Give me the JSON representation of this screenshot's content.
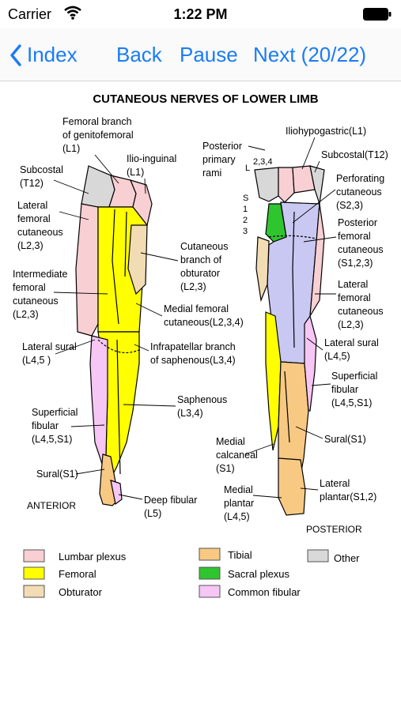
{
  "status_bar": {
    "carrier": "Carrier",
    "time": "1:22 PM"
  },
  "nav": {
    "index": "Index",
    "back": "Back",
    "pause": "Pause",
    "next": "Next (20/22)"
  },
  "figure": {
    "title": "CUTANEOUS NERVES OF LOWER LIMB",
    "colors": {
      "lumbar": "#f8cfd3",
      "femoral": "#ffff00",
      "obturator": "#f2dcb4",
      "tibial": "#f7c983",
      "sacral": "#2fc52f",
      "fibular": "#f6c6f4",
      "other": "#d8d8d8",
      "posterior_femoral": "#c9c8f2"
    },
    "anterior": {
      "view": "ANTERIOR",
      "labels": {
        "femoral_genito_1": "Femoral branch",
        "femoral_genito_2": "of genitofemoral",
        "femoral_genito_3": "(L1)",
        "ilioinguinal_1": "Ilio-inguinal",
        "ilioinguinal_2": "(L1)",
        "subcostal_1": "Subcostal",
        "subcostal_2": "(T12)",
        "lat_fem_1": "Lateral",
        "lat_fem_2": "femoral",
        "lat_fem_3": "cutaneous",
        "lat_fem_4": "(L2,3)",
        "int_fem_1": "Intermediate",
        "int_fem_2": "femoral",
        "int_fem_3": "cutaneous",
        "int_fem_4": "(L2,3)",
        "obt_1": "Cutaneous",
        "obt_2": "branch of",
        "obt_3": "obturator",
        "obt_4": "(L2,3)",
        "med_fem_1": "Medial femoral",
        "med_fem_2": "cutaneous(L2,3,4)",
        "lat_sural_1": "Lateral sural",
        "lat_sural_2": "(L4,5 )",
        "infrapat_1": "Infrapatellar branch",
        "infrapat_2": "of saphenous(L3,4)",
        "saph_1": "Saphenous",
        "saph_2": "(L3,4)",
        "sup_fib_1": "Superficial",
        "sup_fib_2": "fibular",
        "sup_fib_3": "(L4,5,S1)",
        "sural": "Sural(S1)",
        "deep_fib_1": "Deep fibular",
        "deep_fib_2": "(L5)"
      }
    },
    "posterior": {
      "view": "POSTERIOR",
      "labels": {
        "iliohypo": "Iliohypogastric(L1)",
        "post_rami_1": "Posterior",
        "post_rami_2": "primary",
        "post_rami_3": "rami",
        "lumbar_nums": "2,3,4",
        "l_letter": "L",
        "s_1": "S",
        "s_2": "1",
        "s_3": "2",
        "s_4": "3",
        "subcostal": "Subcostal(T12)",
        "perf_1": "Perforating",
        "perf_2": "cutaneous",
        "perf_3": "(S2,3)",
        "post_fem_1": "Posterior",
        "post_fem_2": "femoral",
        "post_fem_3": "cutaneous",
        "post_fem_4": "(S1,2,3)",
        "lat_fem_1": "Lateral",
        "lat_fem_2": "femoral",
        "lat_fem_3": "cutaneous",
        "lat_fem_4": "(L2,3)",
        "lat_sural_1": "Lateral sural",
        "lat_sural_2": "(L4,5)",
        "sup_fib_1": "Superficial",
        "sup_fib_2": "fibular",
        "sup_fib_3": "(L4,5,S1)",
        "sural": "Sural(S1)",
        "med_calc_1": "Medial",
        "med_calc_2": "calcaneal",
        "med_calc_3": "(S1)",
        "med_plant_1": "Medial",
        "med_plant_2": "plantar",
        "med_plant_3": "(L4,5)",
        "lat_plant_1": "Lateral",
        "lat_plant_2": "plantar(S1,2)"
      }
    },
    "legend": [
      {
        "label": "Lumbar plexus",
        "color": "#f8cfd3"
      },
      {
        "label": "Femoral",
        "color": "#ffff00"
      },
      {
        "label": "Obturator",
        "color": "#f2dcb4"
      },
      {
        "label": "Tibial",
        "color": "#f7c983"
      },
      {
        "label": "Sacral plexus",
        "color": "#2fc52f"
      },
      {
        "label": "Common fibular",
        "color": "#f6c6f4"
      },
      {
        "label": "Other",
        "color": "#d8d8d8"
      }
    ]
  }
}
